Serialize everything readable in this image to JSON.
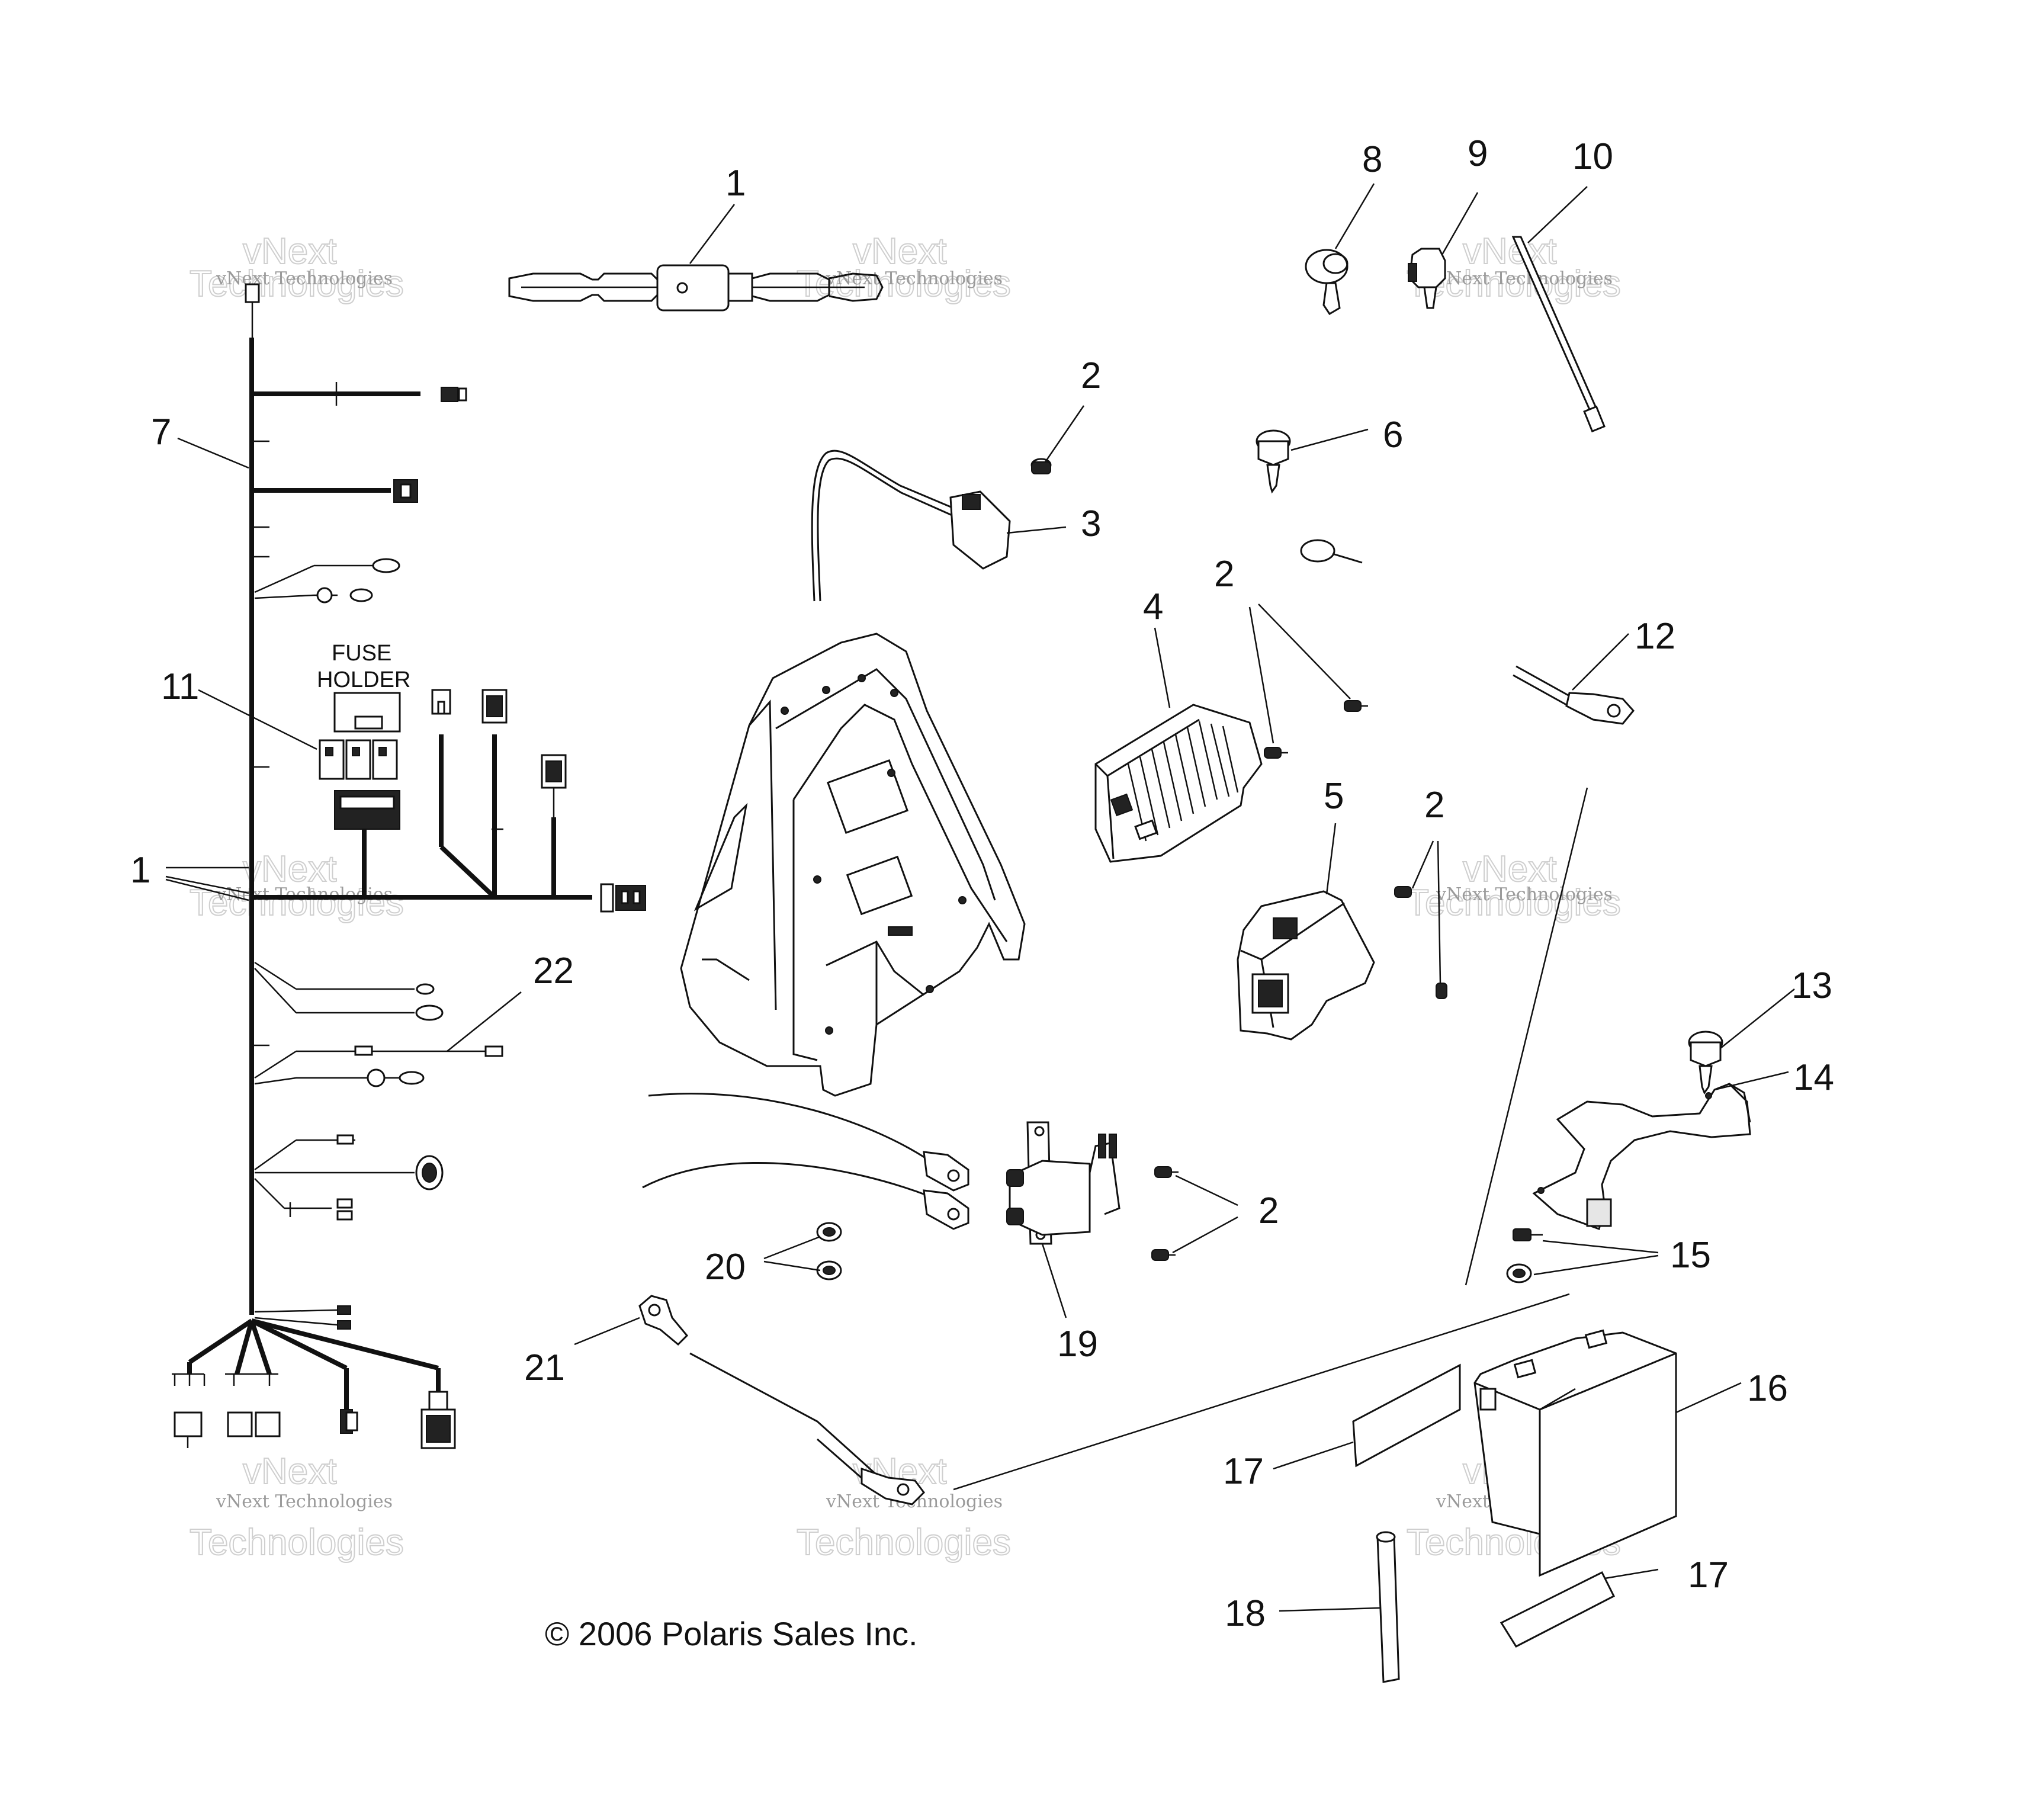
{
  "callouts": {
    "c1_top": "1",
    "c1_left": "1",
    "c2_a": "2",
    "c2_b": "2",
    "c2_c": "2",
    "c2_d": "2",
    "c3": "3",
    "c4": "4",
    "c5": "5",
    "c6": "6",
    "c7": "7",
    "c8": "8",
    "c9": "9",
    "c10": "10",
    "c11": "11",
    "c12": "12",
    "c13": "13",
    "c14": "14",
    "c15": "15",
    "c16": "16",
    "c17_a": "17",
    "c17_b": "17",
    "c18": "18",
    "c19": "19",
    "c20": "20",
    "c21": "21",
    "c22": "22"
  },
  "fuse_holder_label": [
    "FUSE",
    "HOLDER"
  ],
  "copyright": "© 2006 Polaris Sales Inc.",
  "watermark": {
    "line1": "vNext Technologies",
    "line2": "Technologies",
    "line3": "vNext"
  }
}
